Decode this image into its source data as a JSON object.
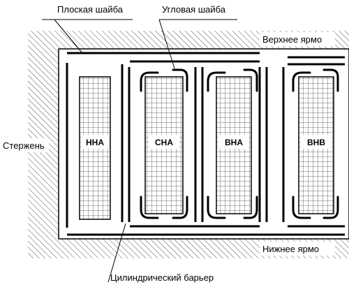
{
  "labels": {
    "flat_washer": "Плоская шайба",
    "angle_washer": "Угловая шайба",
    "upper_yoke": "Верхнее ярмо",
    "lower_yoke": "Нижнее ярмо",
    "core": "Стержень",
    "cylindrical_barrier": "Цилиндрический барьер"
  },
  "coils": [
    "ННА",
    "СНА",
    "ВНА",
    "ВНВ"
  ]
}
